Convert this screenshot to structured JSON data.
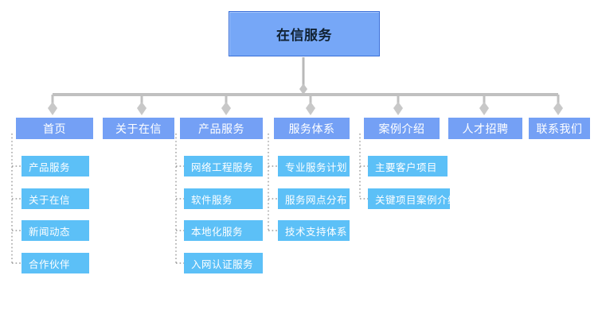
{
  "diagram": {
    "title": "在信服务",
    "type": "sitemap-tree",
    "colors": {
      "root_fill": "#76a7f7",
      "root_border": "#3a6fd8",
      "level2_fill": "#74a0f5",
      "level3_fill": "#5cc0f7",
      "connector": "#b8b8b8",
      "background": "#ffffff",
      "label_light": "#ffffff",
      "label_dark": "#112233"
    },
    "root": {
      "label": "在信服务"
    },
    "branches": [
      {
        "label": "首页",
        "children": [
          {
            "label": "产品服务"
          },
          {
            "label": "关于在信"
          },
          {
            "label": "新闻动态"
          },
          {
            "label": "合作伙伴"
          }
        ]
      },
      {
        "label": "关于在信",
        "children": []
      },
      {
        "label": "产品服务",
        "children": [
          {
            "label": "网络工程服务"
          },
          {
            "label": "软件服务"
          },
          {
            "label": "本地化服务"
          },
          {
            "label": "入网认证服务"
          }
        ]
      },
      {
        "label": "服务体系",
        "children": [
          {
            "label": "专业服务计划"
          },
          {
            "label": "服务网点分布"
          },
          {
            "label": "技术支持体系"
          }
        ]
      },
      {
        "label": "案例介绍",
        "children": [
          {
            "label": "主要客户项目"
          },
          {
            "label": "关键项目案例介绍"
          }
        ]
      },
      {
        "label": "人才招聘",
        "children": []
      },
      {
        "label": "联系我们",
        "children": []
      }
    ]
  }
}
